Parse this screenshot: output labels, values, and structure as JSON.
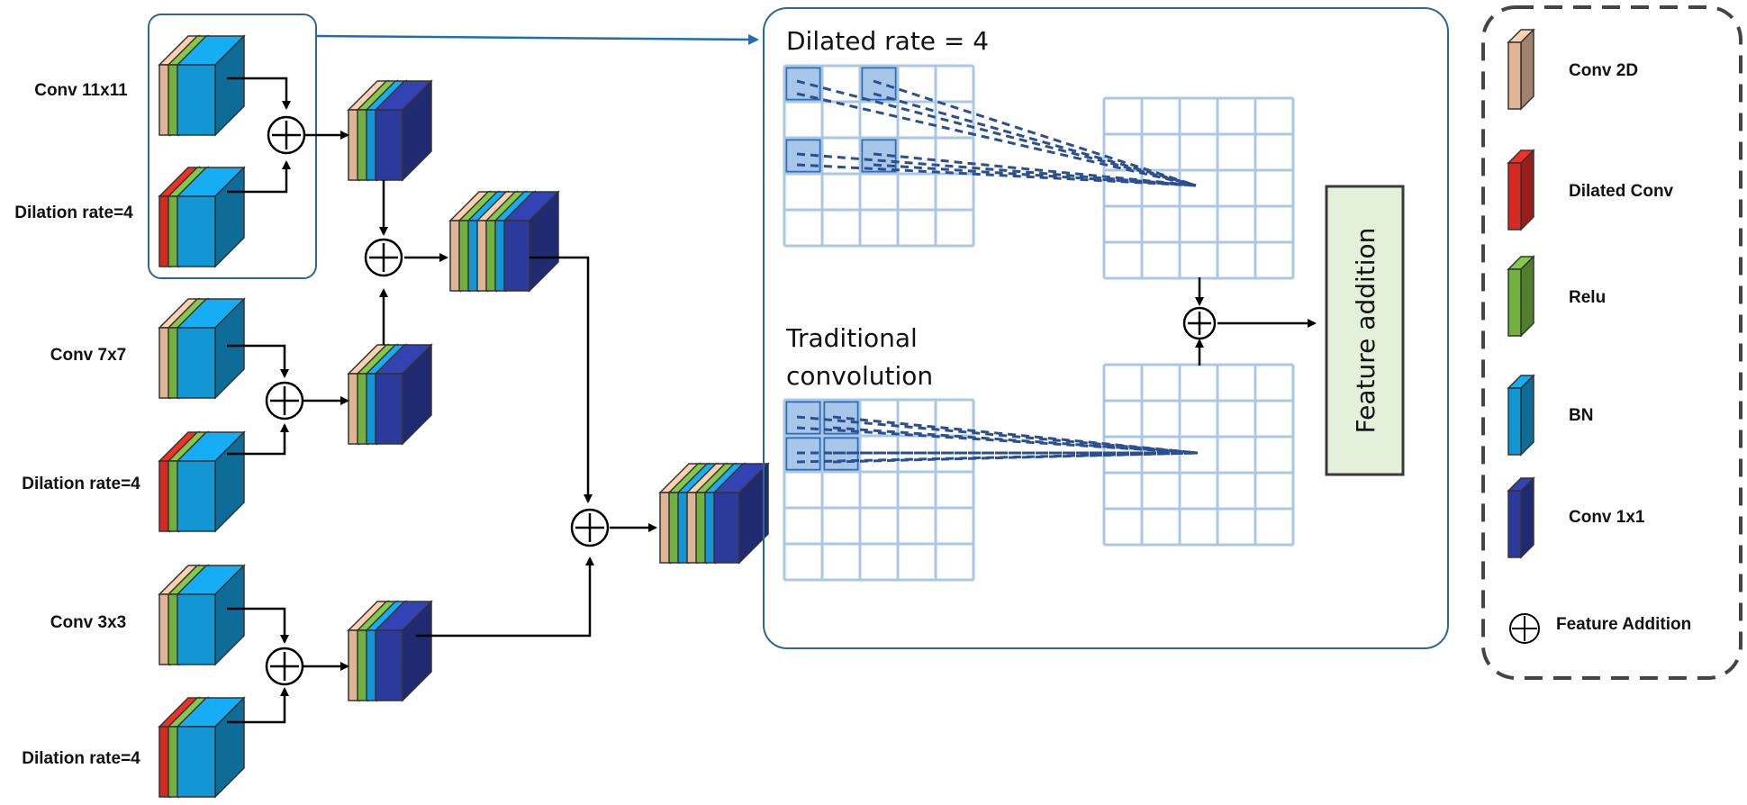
{
  "branches": [
    {
      "conv_label": "Conv 11x11",
      "dilation_label": "Dilation rate=4"
    },
    {
      "conv_label": "Conv 7x7",
      "dilation_label": "Dilation rate=4"
    },
    {
      "conv_label": "Conv 3x3",
      "dilation_label": "Dilation rate=4"
    }
  ],
  "detail": {
    "dilated_title": "Dilated rate = 4",
    "traditional_title_line1": "Traditional",
    "traditional_title_line2": "convolution",
    "feature_addition_box": "Feature addition"
  },
  "legend": {
    "items": [
      {
        "label": "Conv 2D",
        "color": "#dfb596"
      },
      {
        "label": "Dilated Conv",
        "color": "#d42a21"
      },
      {
        "label": "Relu",
        "color": "#72b040"
      },
      {
        "label": "BN",
        "color": "#1396d4"
      },
      {
        "label": "Conv 1x1",
        "color": "#2c3a9c"
      }
    ],
    "feature_addition_label": "Feature Addition"
  },
  "colors": {
    "conv2d": "#dfb596",
    "dilated": "#d42a21",
    "relu": "#72b040",
    "bn": "#1396d4",
    "conv1x1": "#2c3a9c",
    "grid": "#a9c8e6",
    "cell_highlight": "#a7c6e8",
    "panel_border": "#2f6696",
    "arrow_blue": "#1f6db6",
    "dash_line": "#2b4f8f",
    "feature_box_fill": "#e3f1db"
  }
}
